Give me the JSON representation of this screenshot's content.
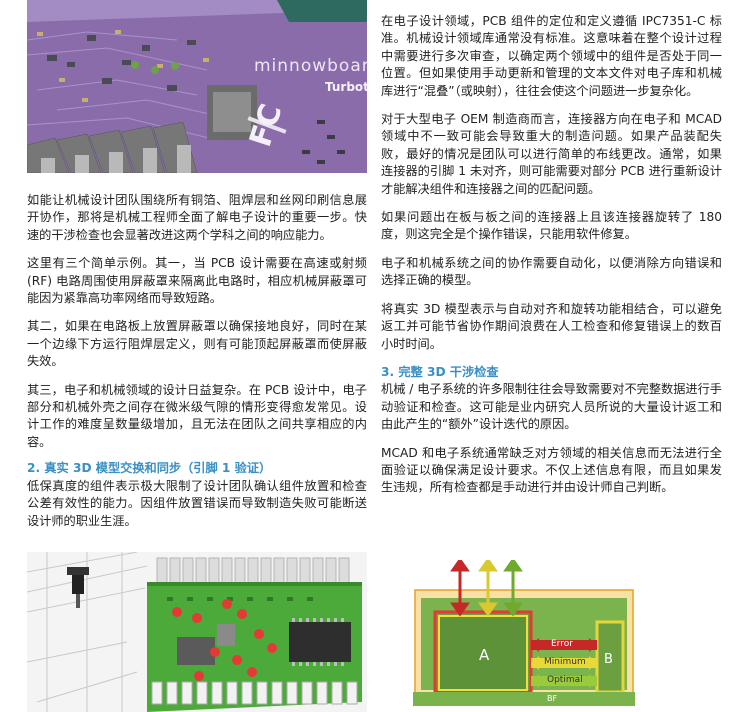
{
  "figure_top": {
    "board_label": "minnowboard",
    "board_sub": "Turbot",
    "fcc": "FC"
  },
  "left_column": {
    "p1": "如能让机械设计团队围绕所有铜箔、阻焊层和丝网印刷信息展开协作，那将是机械工程师全面了解电子设计的重要一步。快速的干涉检查也会显著改进这两个学科之间的响应能力。",
    "p2": "这里有三个简单示例。其一，当 PCB 设计需要在高速或射频 (RF) 电路周围使用屏蔽罩来隔离此电路时，相应机械屏蔽罩可能因为紧靠高功率网络而导致短路。",
    "p3": "其二，如果在电路板上放置屏蔽罩以确保接地良好，同时在某一个边缘下方运行阻焊层定义，则有可能顶起屏蔽罩而使屏蔽失效。",
    "p4": "其三，电子和机械领域的设计日益复杂。在 PCB 设计中，电子部分和机械外壳之间存在微米级气隙的情形变得愈发常见。设计工作的难度呈数量级增加，且无法在团队之间共享相应的内容。",
    "h2": "2. 真实 3D 模型交换和同步（引脚 1 验证）",
    "p5": "低保真度的组件表示极大限制了设计团队确认组件放置和检查公差有效性的能力。因组件放置错误而导致制造失败可能断送设计师的职业生涯。"
  },
  "right_column": {
    "p1": "在电子设计领域，PCB 组件的定位和定义遵循 IPC7351-C 标准。机械设计领域库通常没有标准。这意味着在整个设计过程中需要进行多次审查，以确定两个领域中的组件是否处于同一位置。但如果使用手动更新和管理的文本文件对电子库和机械库进行“混叠”（或映射），往往会使这个问题进一步复杂化。",
    "p2": "对于大型电子 OEM 制造商而言，连接器方向在电子和 MCAD 领域中不一致可能会导致重大的制造问题。如果产品装配失败，最好的情况是团队可以进行简单的布线更改。通常，如果连接器的引脚 1 未对齐，则可能需要对部分 PCB 进行重新设计才能解决组件和连接器之间的匹配问题。",
    "p3": "如果问题出在板与板之间的连接器上且该连接器旋转了 180 度，则这完全是个操作错误，只能用软件修复。",
    "p4": "电子和机械系统之间的协作需要自动化，以便消除方向错误和选择正确的模型。",
    "p5": "将真实 3D 模型表示与自动对齐和旋转功能相结合，可以避免返工并可能节省协作期间浪费在人工检查和修复错误上的数百小时时间。",
    "h3": "3. 完整 3D 干涉检查",
    "p6": "机械 / 电子系统的许多限制往往会导致需要对不完整数据进行手动验证和检查。这可能是业内研究人员所说的大量设计返工和由此产生的“额外”设计迭代的原因。",
    "p7": "MCAD 和电子系统通常缺乏对方领域的相关信息而无法进行全面验证以确保满足设计要求。不仅上述信息有限，而且如果发生违规，所有检查都是手动进行并由设计师自己判断。"
  },
  "figure_clearance": {
    "block_a": "A",
    "block_b": "B",
    "error": "Error",
    "minimum": "Minimum",
    "optimal": "Optimal",
    "board": "BF"
  },
  "colors": {
    "heading": "#3a8fc4",
    "pcb_purple": "#8d70ae",
    "clear_green": "#78b04a",
    "error_red": "#c62828",
    "minimum_yellow": "#e8d93a",
    "optimal_green": "#9acb3c"
  }
}
